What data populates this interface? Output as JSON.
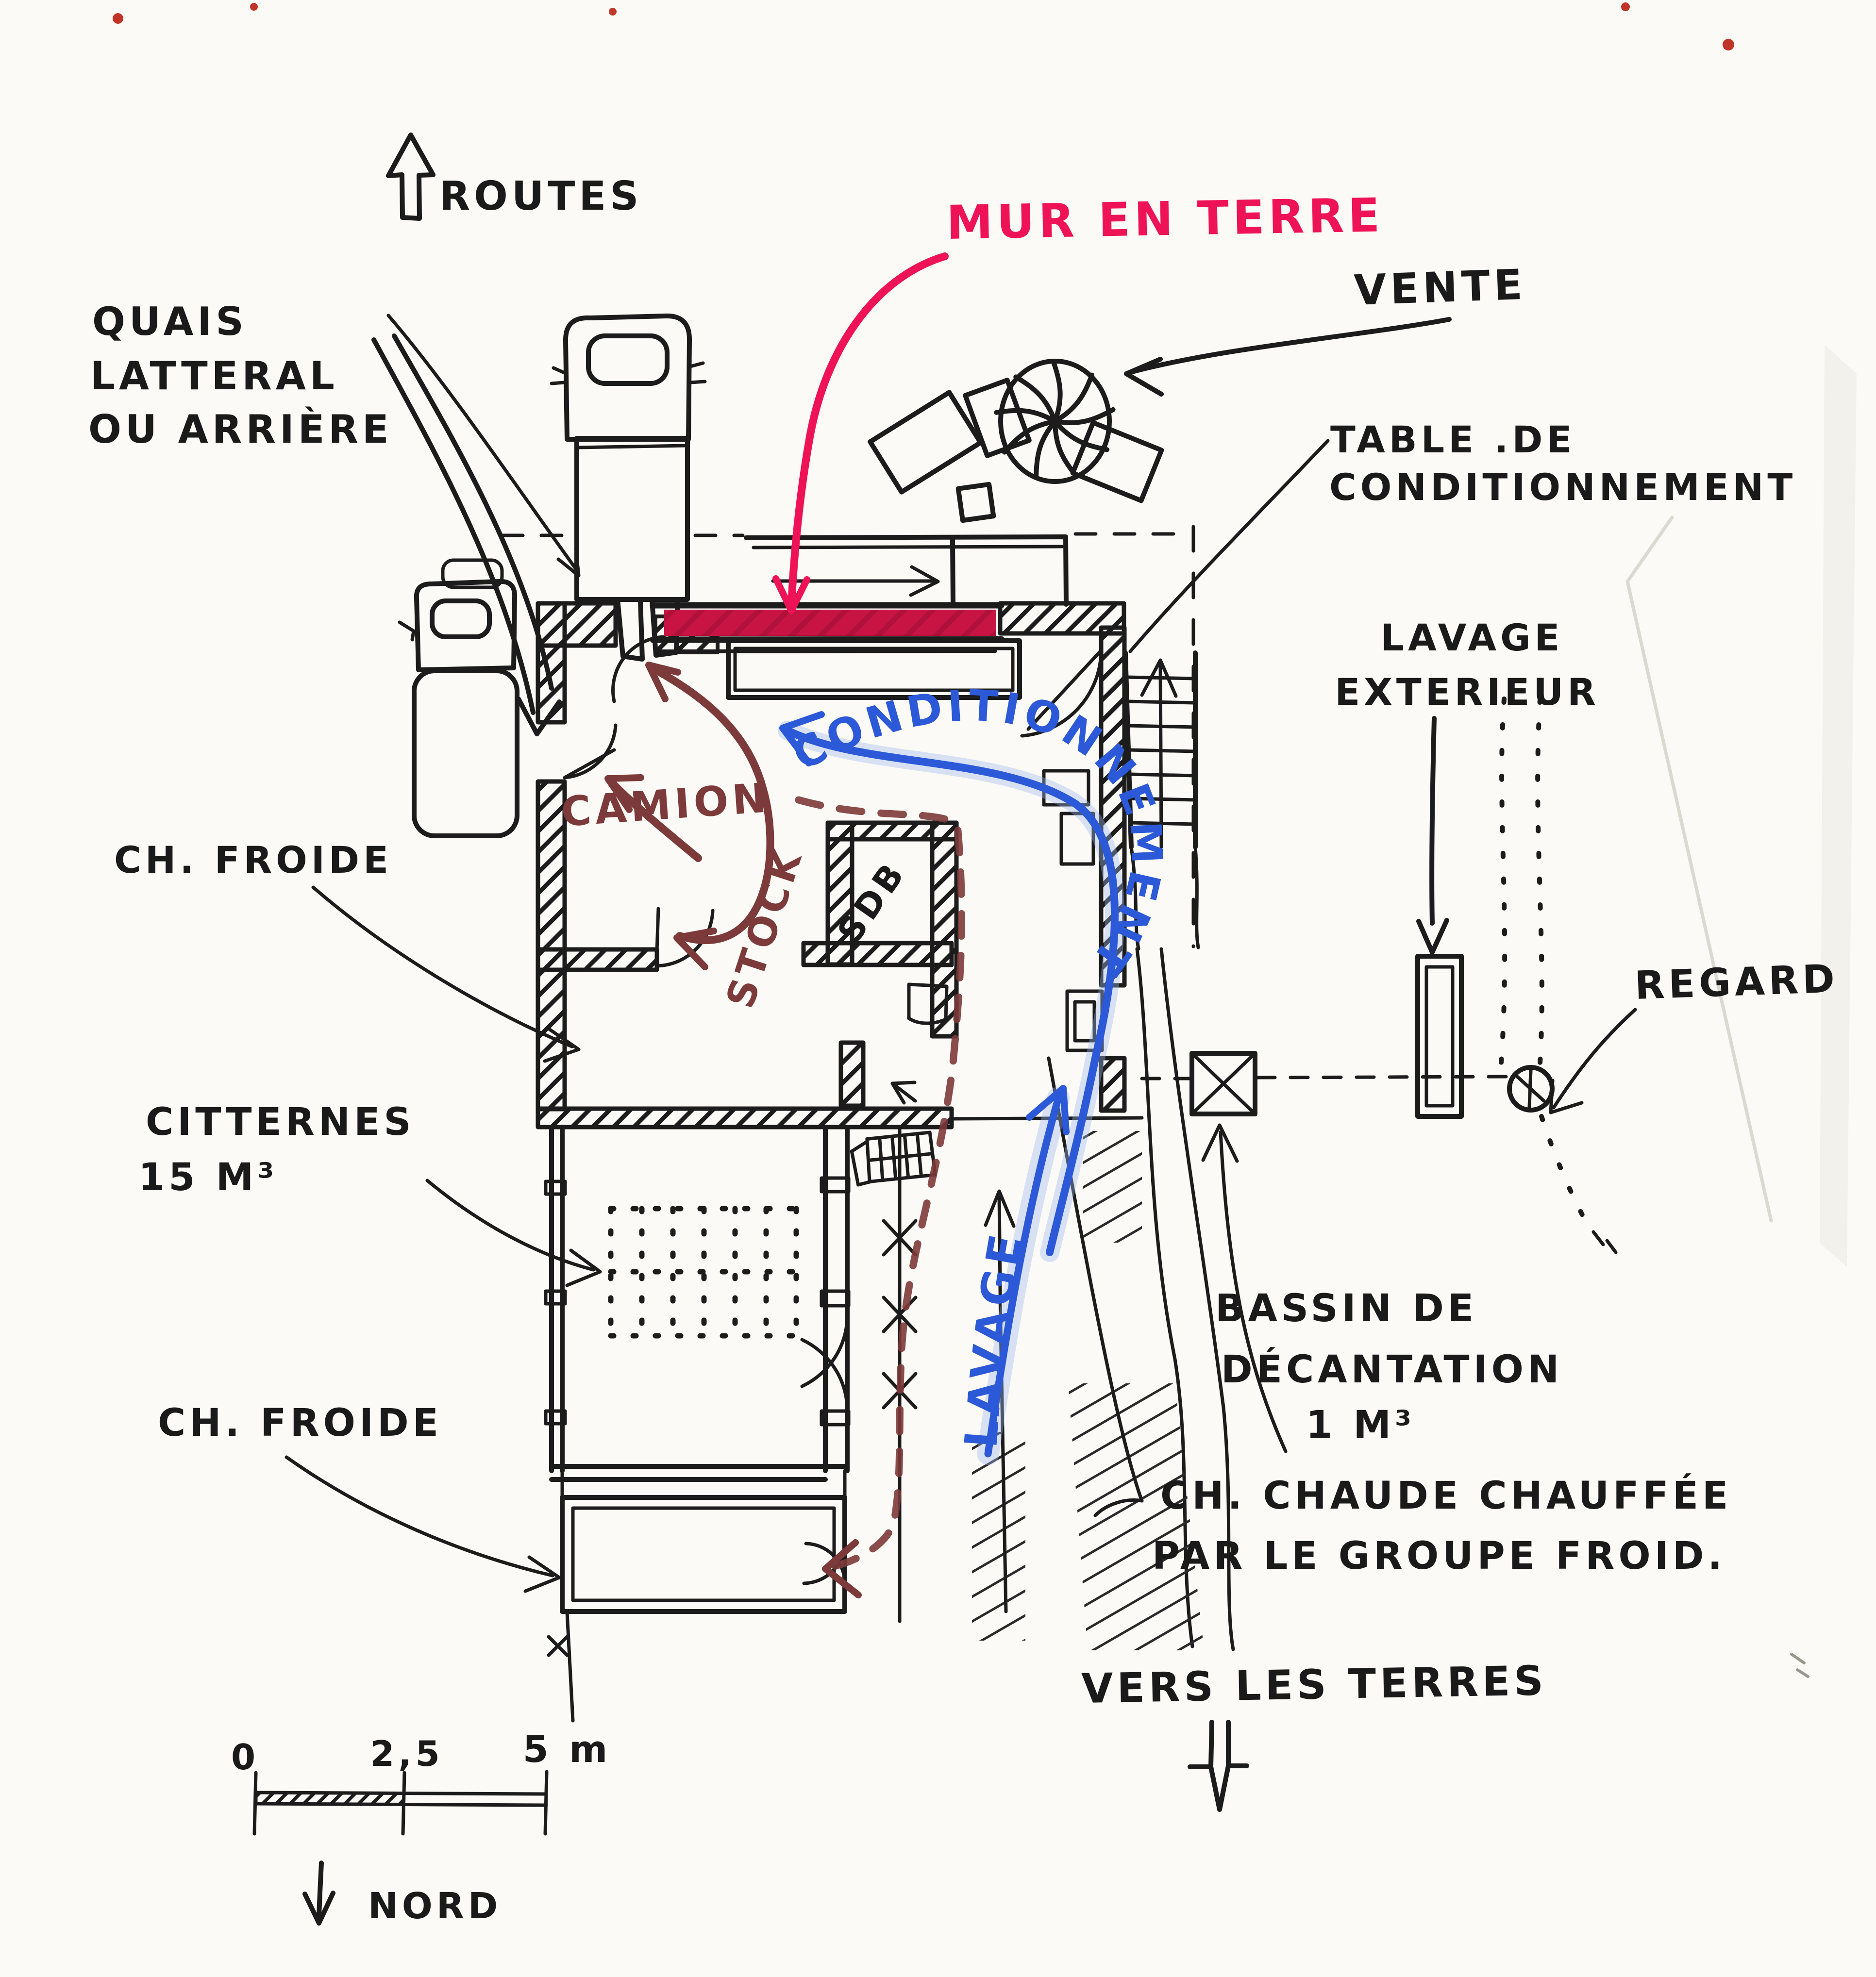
{
  "document": {
    "kind": "hand-drawn architectural floor plan sketch",
    "language": "French",
    "colors": {
      "ink": "#1c1c1c",
      "marker_pink": "#ee1256",
      "wall_red_fill": "#c81442",
      "marker_maroon": "#7d3a3a",
      "marker_blue": "#2b59d8",
      "paper": "#fbfaf6"
    }
  },
  "labels": {
    "routes": "ROUTES",
    "quais": [
      "QUAIS",
      "LATTERAL",
      "OU ARRIÈRE"
    ],
    "mur_en_terre": "MUR EN TERRE",
    "vente": "VENTE",
    "table": [
      "TABLE .DE",
      "CONDITIONNEMENT"
    ],
    "lavage_exterieur": [
      "LAVAGE",
      "EXTERIEUR"
    ],
    "regard": "REGARD",
    "ch_froide_haut": "CH. FROIDE",
    "citternes": [
      "CITTERNES",
      "15 M³"
    ],
    "ch_froide_bas": "CH. FROIDE",
    "bassin": [
      "BASSIN DE",
      "DÉCANTATION",
      "1 M³"
    ],
    "ch_chaude": [
      "CH. CHAUDE CHAUFFÉE",
      "PAR LE GROUPE FROID."
    ],
    "vers_les_terres": "VERS LES TERRES",
    "nord": "NORD"
  },
  "flows": {
    "camion": "CAMION",
    "stock": "STOCK",
    "conditionnement": "CONDITIONNEMENT",
    "lavage": "LAVAGE"
  },
  "rooms": {
    "sdb": "SDB"
  },
  "scale_bar": {
    "tick_0": "0",
    "tick_mid": "2,5",
    "tick_end": "5 m"
  }
}
